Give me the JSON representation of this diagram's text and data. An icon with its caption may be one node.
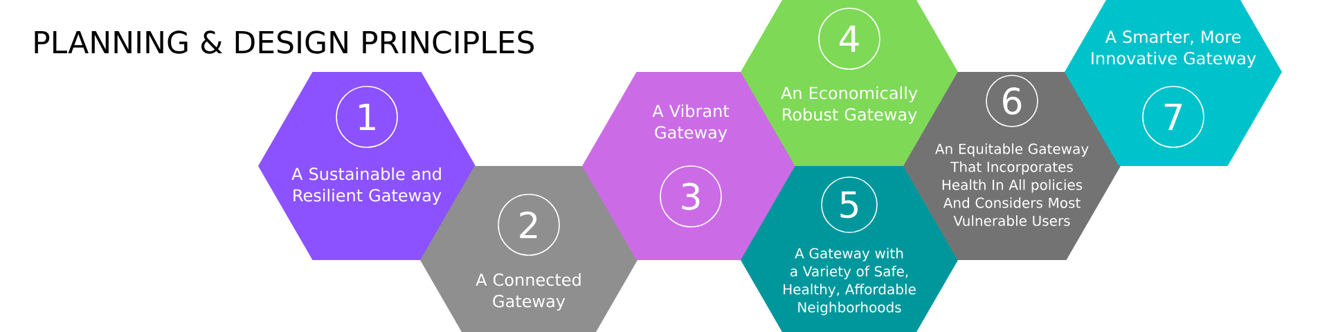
{
  "diagram": {
    "title": "PLANNING & DESIGN PRINCIPLES",
    "nodes": [
      {
        "text": [
          "A Sustainable and Resilient Gateway"
        ]
      },
      {
        "text": [
          "1"
        ],
        "in": 0
      },
      {
        "text": [
          "A Connected Gateway"
        ]
      },
      {
        "text": [
          "2"
        ],
        "in": 2
      },
      {
        "text": [
          "A Vibrant Gateway"
        ]
      },
      {
        "text": [
          "3"
        ],
        "in": 4
      },
      {
        "text": [
          "An Economically Robust Gateway"
        ]
      },
      {
        "text": [
          "4"
        ],
        "in": 6
      },
      {
        "text": [
          "A Gateway with a Variety of Safe, Healthy, Affordable Neighborhoods"
        ]
      },
      {
        "text": [
          "5"
        ],
        "in": 8
      },
      {
        "text": [
          "An Equitable Gateway That Incorporates Health In All policies And Considers Most Vulnerable Users"
        ]
      },
      {
        "text": [
          "6"
        ],
        "in": 10
      },
      {
        "text": [
          "A Smarter, More Innovative Gateway"
        ]
      },
      {
        "text": [
          "7"
        ],
        "in": 12
      }
    ]
  }
}
